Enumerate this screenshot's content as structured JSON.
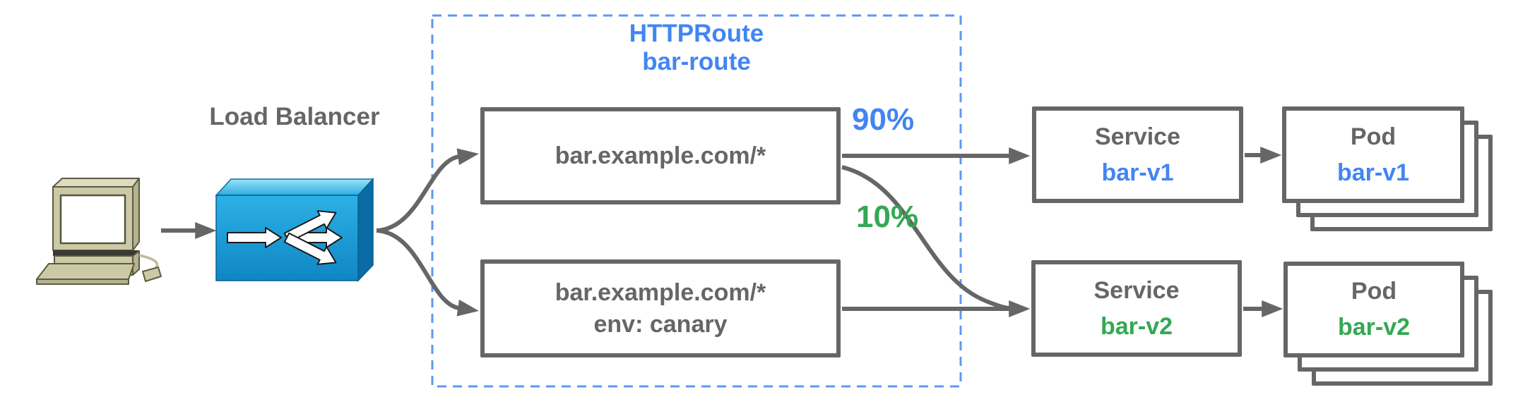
{
  "labels": {
    "load_balancer": "Load Balancer",
    "weight_v1": "90%",
    "weight_v2": "10%"
  },
  "httproute": {
    "kind": "HTTPRoute",
    "name": "bar-route",
    "matches": [
      {
        "host": "bar.example.com/*",
        "header": ""
      },
      {
        "host": "bar.example.com/*",
        "header": "env: canary"
      }
    ]
  },
  "services": [
    {
      "kind": "Service",
      "name": "bar-v1"
    },
    {
      "kind": "Service",
      "name": "bar-v2"
    }
  ],
  "pods": [
    {
      "kind": "Pod",
      "name": "bar-v1"
    },
    {
      "kind": "Pod",
      "name": "bar-v2"
    }
  ],
  "colors": {
    "gray": "#666666",
    "blue": "#4285f4",
    "green": "#34a853",
    "dash_blue": "#5e97f6",
    "lb_blue_front": "#1f9fda",
    "lb_blue_top": "#8edff7",
    "lb_blue_side": "#0b6ca5",
    "computer_beige": "#ccc9a6"
  }
}
